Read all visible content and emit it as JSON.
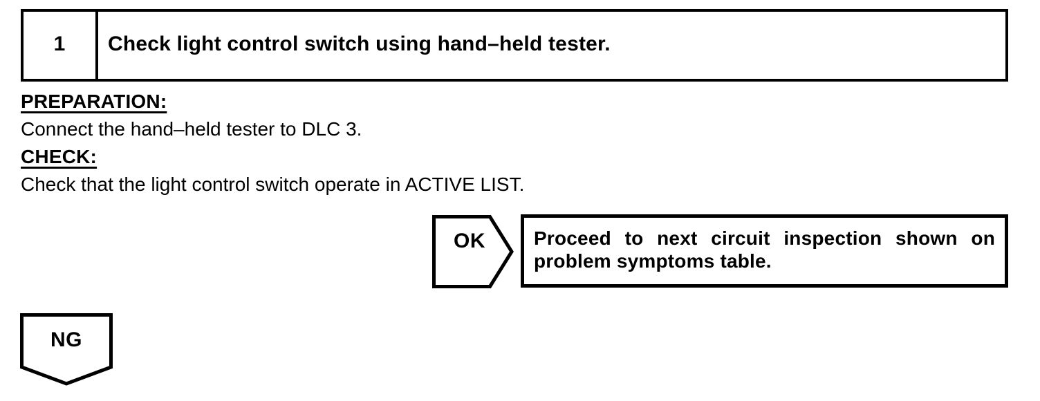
{
  "colors": {
    "ink": "#000000",
    "background": "#ffffff"
  },
  "step": {
    "number": "1",
    "title": "Check light control switch using hand–held tester."
  },
  "sections": [
    {
      "heading": "PREPARATION:",
      "body": "Connect the hand–held tester to DLC 3."
    },
    {
      "heading": "CHECK:",
      "body": "Check that the light control switch operate in ACTIVE LIST."
    }
  ],
  "flow": {
    "ok": {
      "label": "OK",
      "action": "Proceed to next circuit inspection shown on problem symptoms table."
    },
    "ng": {
      "label": "NG"
    }
  }
}
